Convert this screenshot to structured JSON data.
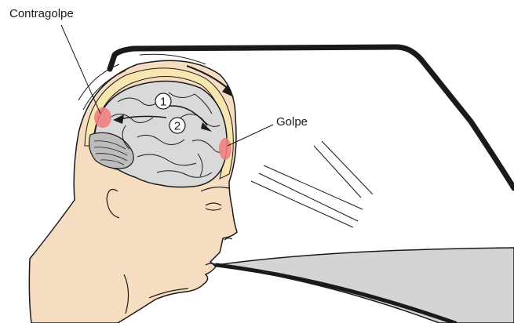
{
  "diagram": {
    "labels": {
      "contragolpe": "Contragolpe",
      "golpe": "Golpe"
    },
    "markers": {
      "step1": "1",
      "step2": "2"
    },
    "colors": {
      "skin": "#f6dcc0",
      "skull": "#f7e6b0",
      "brain": "#d9d9d9",
      "injury": "#f08080",
      "dashboard": "#d4d4d4",
      "outline": "#1a1a1a"
    }
  }
}
